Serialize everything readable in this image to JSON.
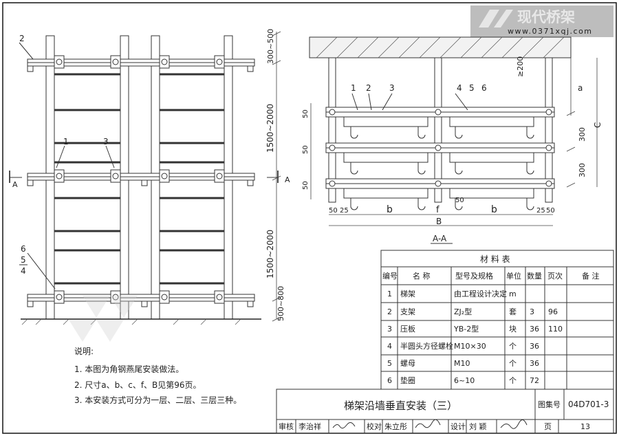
{
  "watermark": {
    "brand": "现代桥架",
    "url": "www.0371xqj.com"
  },
  "elevation": {
    "callouts": [
      "2",
      "1",
      "3",
      "6",
      "5",
      "4"
    ],
    "section_mark": "A",
    "dimensions": [
      "300~500",
      "1500~2000",
      "1500~2000",
      "500~800"
    ]
  },
  "section": {
    "title": "A-A",
    "callouts": [
      "1",
      "2",
      "3",
      "4",
      "5",
      "6"
    ],
    "dims_left": [
      "50",
      "50",
      "50"
    ],
    "dims_right": [
      "≥200",
      "a",
      "300",
      "300",
      "C"
    ],
    "dims_bottom": [
      "50",
      "25",
      "b",
      "50",
      "f",
      "b",
      "25",
      "50",
      "B"
    ]
  },
  "notes": {
    "heading": "说明:",
    "items": [
      "1. 本图为角钢燕尾安装做法。",
      "2. 尺寸a、b、c、f、B见第96页。",
      "3. 本安装方式可分为一层、二层、三层三种。"
    ]
  },
  "material_table": {
    "title": "材 料 表",
    "headers": [
      "编号",
      "名 称",
      "型号及规格",
      "单位",
      "数量",
      "页次",
      "备 注"
    ],
    "rows": [
      [
        "1",
        "梯架",
        "由工程设计决定",
        "m",
        "",
        "",
        ""
      ],
      [
        "2",
        "支架",
        "ZJ₂型",
        "套",
        "3",
        "96",
        ""
      ],
      [
        "3",
        "压板",
        "YB-2型",
        "块",
        "36",
        "110",
        ""
      ],
      [
        "4",
        "半圆头方径螺栓",
        "M10×30",
        "个",
        "36",
        "",
        ""
      ],
      [
        "5",
        "螺母",
        "M10",
        "个",
        "36",
        "",
        ""
      ],
      [
        "6",
        "垫圈",
        "6~10",
        "个",
        "72",
        "",
        ""
      ]
    ]
  },
  "title_block": {
    "drawing_title": "梯架沿墙垂直安装（三）",
    "atlas_label": "图集号",
    "atlas_no": "04D701-3",
    "review_label": "审核",
    "review_name": "李治祥",
    "check_label": "校对",
    "check_name": "朱立彤",
    "design_label": "设计",
    "design_name": "刘 颖",
    "page_label": "页",
    "page_no": "13"
  }
}
